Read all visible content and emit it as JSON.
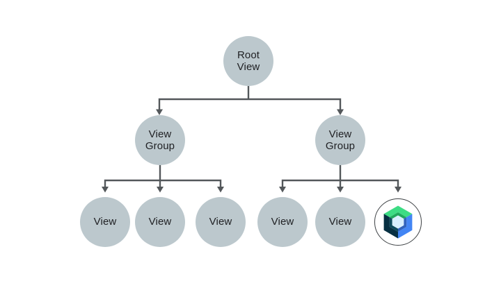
{
  "theme": {
    "bg": "#ffffff",
    "node-fill": "#bcc8cd",
    "node-text": "#202124",
    "line-color": "#53575a",
    "compose-ring": "#3c4043",
    "compose-green": "#3ddc84",
    "compose-green-dark": "#20a95d",
    "compose-blue": "#4285f4",
    "compose-blue-dark": "#3163bc",
    "compose-navy": "#073042",
    "compose-navy-light": "#0e4a5c",
    "compose-center": "#d8effe"
  },
  "diagram": {
    "type": "tree",
    "nodes": {
      "root": {
        "label": "Root View"
      },
      "group_left": {
        "label": "View Group"
      },
      "group_right": {
        "label": "View Group"
      },
      "view_l1": {
        "label": "View"
      },
      "view_l2": {
        "label": "View"
      },
      "view_l3": {
        "label": "View"
      },
      "view_r1": {
        "label": "View"
      },
      "view_r2": {
        "label": "View"
      },
      "compose": {
        "label": "",
        "icon": "jetpack-compose-logo"
      }
    },
    "edges": [
      {
        "from": "root",
        "to": "group_left"
      },
      {
        "from": "root",
        "to": "group_right"
      },
      {
        "from": "group_left",
        "to": "view_l1"
      },
      {
        "from": "group_left",
        "to": "view_l2"
      },
      {
        "from": "group_left",
        "to": "view_l3"
      },
      {
        "from": "group_right",
        "to": "view_r1"
      },
      {
        "from": "group_right",
        "to": "view_r2"
      },
      {
        "from": "group_right",
        "to": "compose"
      }
    ]
  }
}
